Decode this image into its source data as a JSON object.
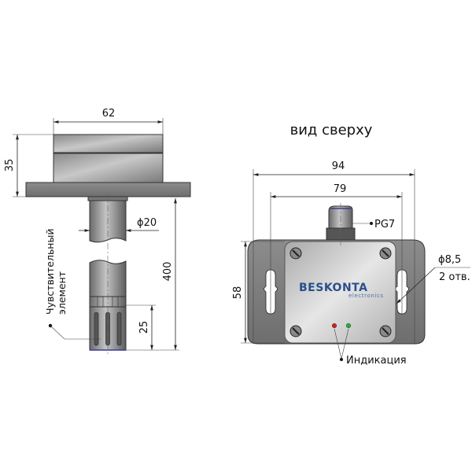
{
  "side_view": {
    "dim_width": "62",
    "dim_height": "35",
    "dim_length": "400",
    "dim_diameter": "ϕ20",
    "dim_sensor": "25",
    "sensor_label_line1": "Чувствительный",
    "sensor_label_line2": "элемент"
  },
  "top_view": {
    "title": "вид сверху",
    "dim_width_outer": "94",
    "dim_width_holes": "79",
    "dim_height": "58",
    "gland_label": "PG7",
    "hole_diameter": "ϕ8,5",
    "hole_count": "2 отв.",
    "indicator_label": "Индикация",
    "logo_text": "BESKONTA",
    "logo_sub": "electronics",
    "led_colors": [
      "#d0201a",
      "#1fb33a"
    ]
  }
}
